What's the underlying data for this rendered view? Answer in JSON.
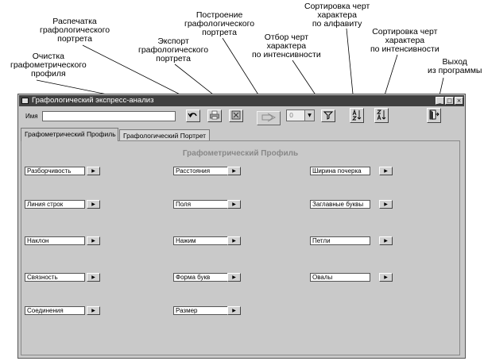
{
  "annotations": [
    {
      "id": "print",
      "lines": [
        "Распечатка",
        "графологического",
        "портрета"
      ]
    },
    {
      "id": "clear",
      "lines": [
        "Очистка",
        "графометрического",
        "профиля"
      ]
    },
    {
      "id": "export",
      "lines": [
        "Экспорт",
        "графологического",
        "портрета"
      ]
    },
    {
      "id": "build",
      "lines": [
        "Построение",
        "графологического",
        "портрета"
      ]
    },
    {
      "id": "filter",
      "lines": [
        "Отбор черт",
        "характера",
        "по интенсивности"
      ]
    },
    {
      "id": "sort_alpha",
      "lines": [
        "Сортировка черт",
        "характера",
        "по алфавиту"
      ]
    },
    {
      "id": "sort_int",
      "lines": [
        "Сортировка черт",
        "характера",
        "по интенсивности"
      ]
    },
    {
      "id": "exit",
      "lines": [
        "Выход",
        "из программы"
      ]
    }
  ],
  "window": {
    "title": "Графологический экспресс-анализ",
    "buttons": {
      "minimize": "_",
      "maximize": "□",
      "close": "×"
    }
  },
  "toolbar": {
    "name_label": "Имя",
    "name_value": "",
    "combo_value": "0"
  },
  "tabs": [
    {
      "label": "Графометрический Профиль",
      "active": true
    },
    {
      "label": "Графологический Портрет",
      "active": false
    }
  ],
  "panel": {
    "title": "Графометрический Профиль",
    "fields": [
      "Разборчивость",
      "Расстояния",
      "Ширина почерка",
      "Линия строк",
      "Поля",
      "Заглавные буквы",
      "Наклон",
      "Нажим",
      "Петли",
      "Связность",
      "Форма букв",
      "Овалы",
      "Соединения",
      "Размер"
    ]
  },
  "icons": {
    "clear": "undo-arrow-icon",
    "print": "printer-icon",
    "export": "export-icon",
    "build": "build-portrait-icon",
    "filter": "funnel-icon",
    "sort_alpha": "sort-az-icon",
    "sort_int": "sort-za-icon",
    "exit": "exit-door-icon"
  }
}
